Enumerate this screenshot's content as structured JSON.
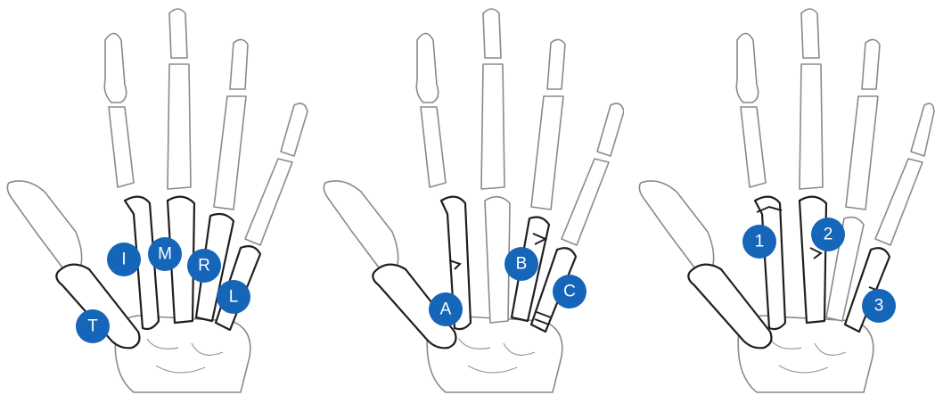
{
  "colors": {
    "marker": "#1565b8",
    "bone_outline": "#8a8a8a",
    "highlight_outline": "#1f1f1f"
  },
  "panels": [
    {
      "id": "fingers",
      "markers": [
        "T",
        "I",
        "M",
        "R",
        "L"
      ]
    },
    {
      "id": "letters",
      "markers": [
        "A",
        "B",
        "C"
      ]
    },
    {
      "id": "numbers",
      "markers": [
        "1",
        "2",
        "3"
      ]
    }
  ]
}
